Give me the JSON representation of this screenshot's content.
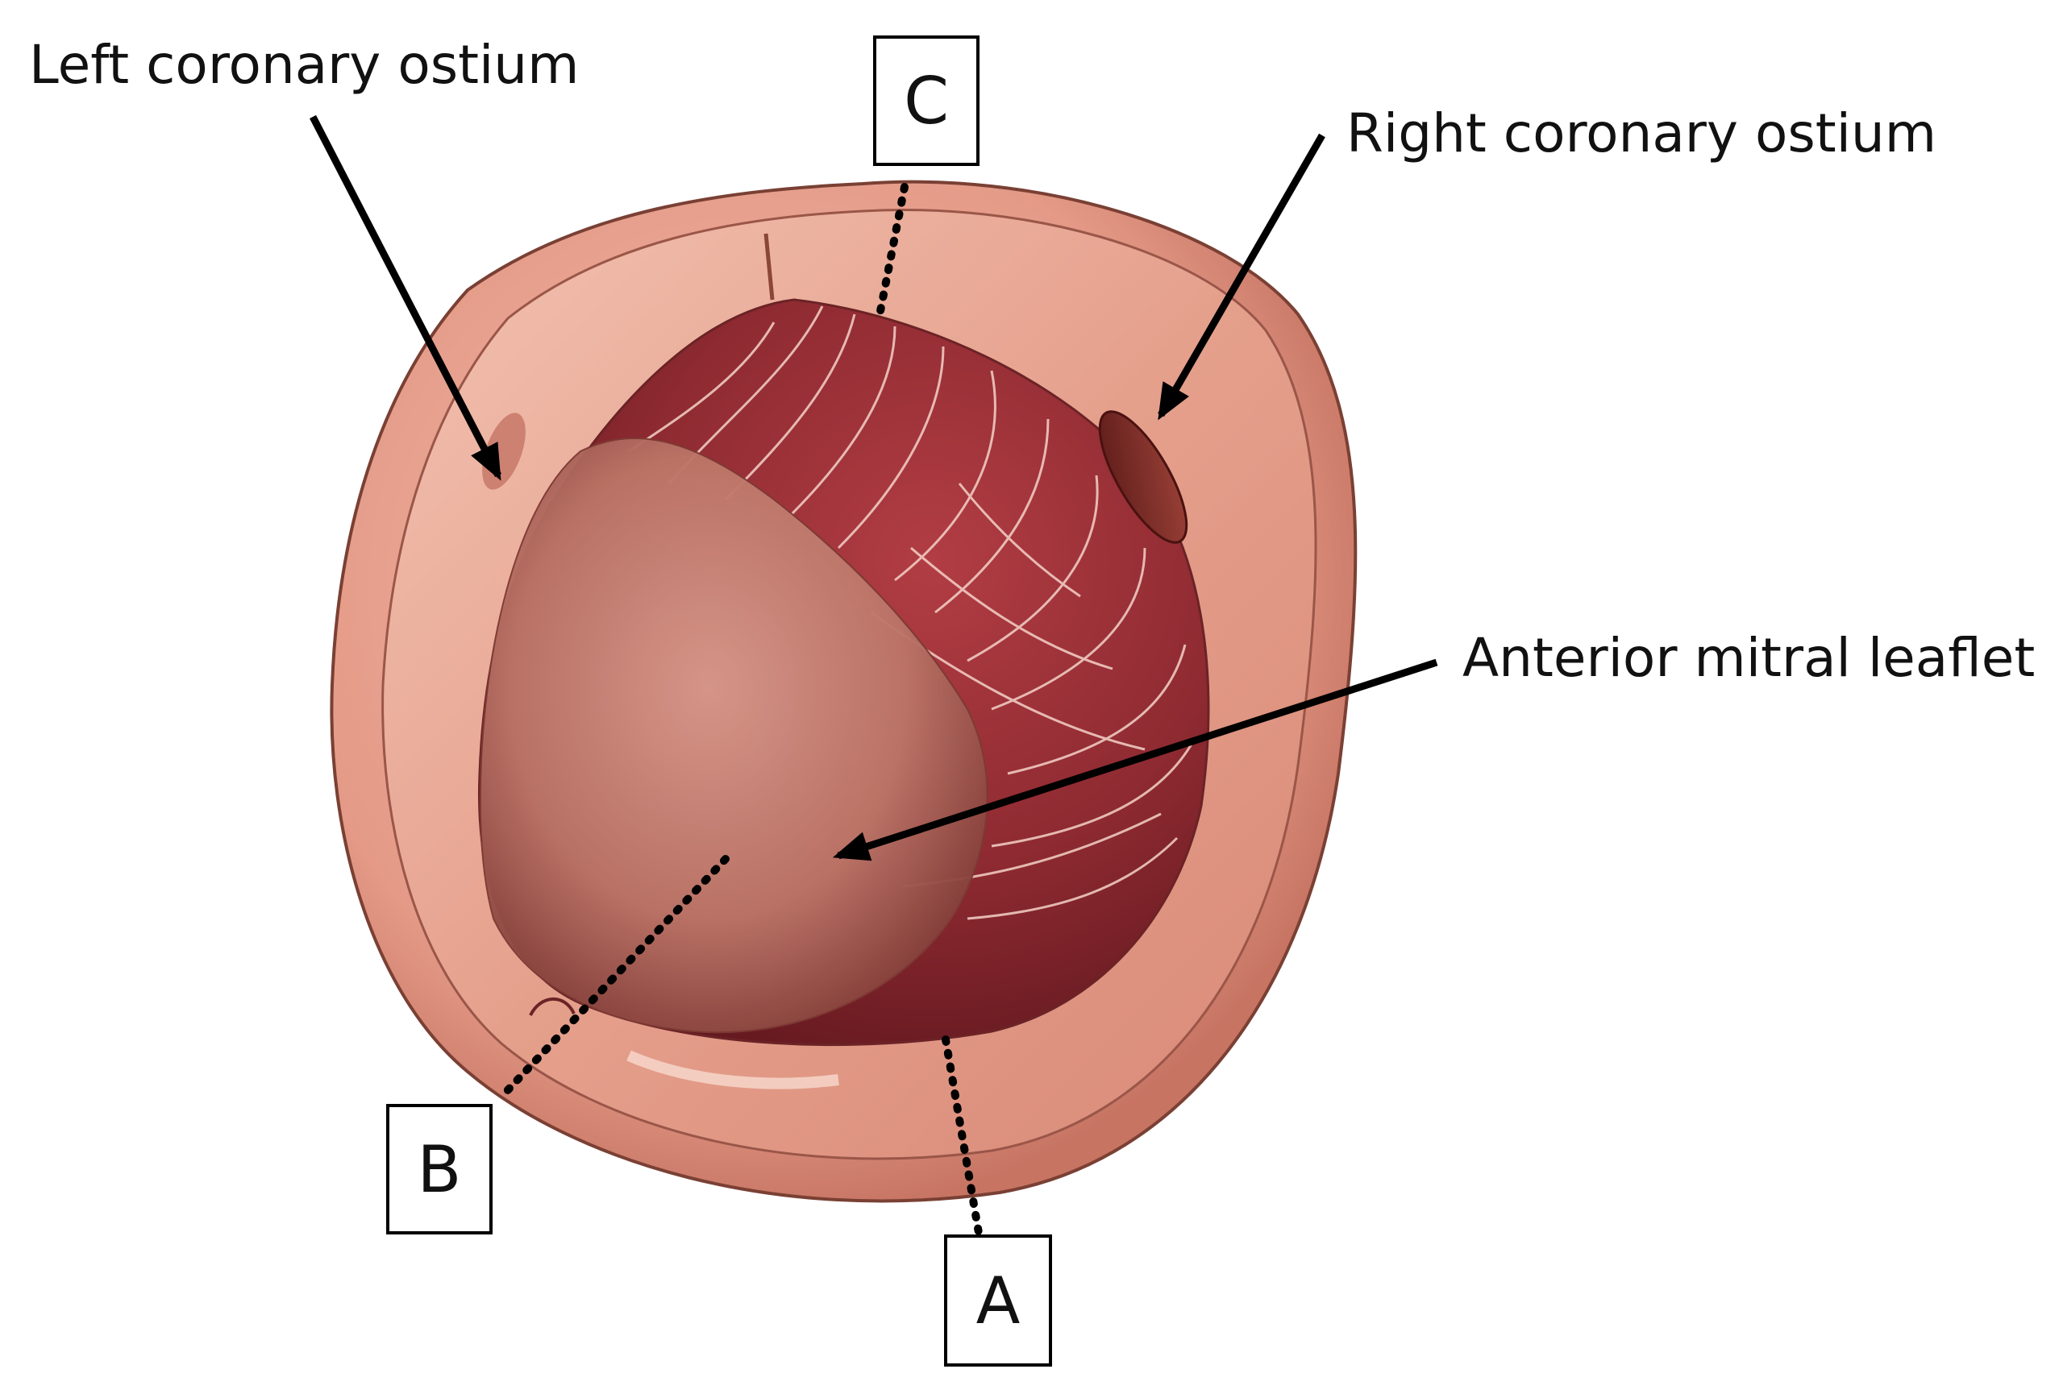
{
  "labels": {
    "left_coronary_ostium": "Left coronary ostium",
    "right_coronary_ostium": "Right coronary ostium",
    "anterior_mitral_leaflet": "Anterior mitral leaflet"
  },
  "section_markers": {
    "a": "A",
    "b": "B",
    "c": "C"
  },
  "colors": {
    "outer_wall": "#e7a08e",
    "wall_outline": "#7a4034",
    "ring_surface": "#e8a692",
    "chamber_dark": "#8d2a30",
    "leaflet": "#c27f74",
    "chordae": "#f4d2c8",
    "arrow": "#000000"
  }
}
